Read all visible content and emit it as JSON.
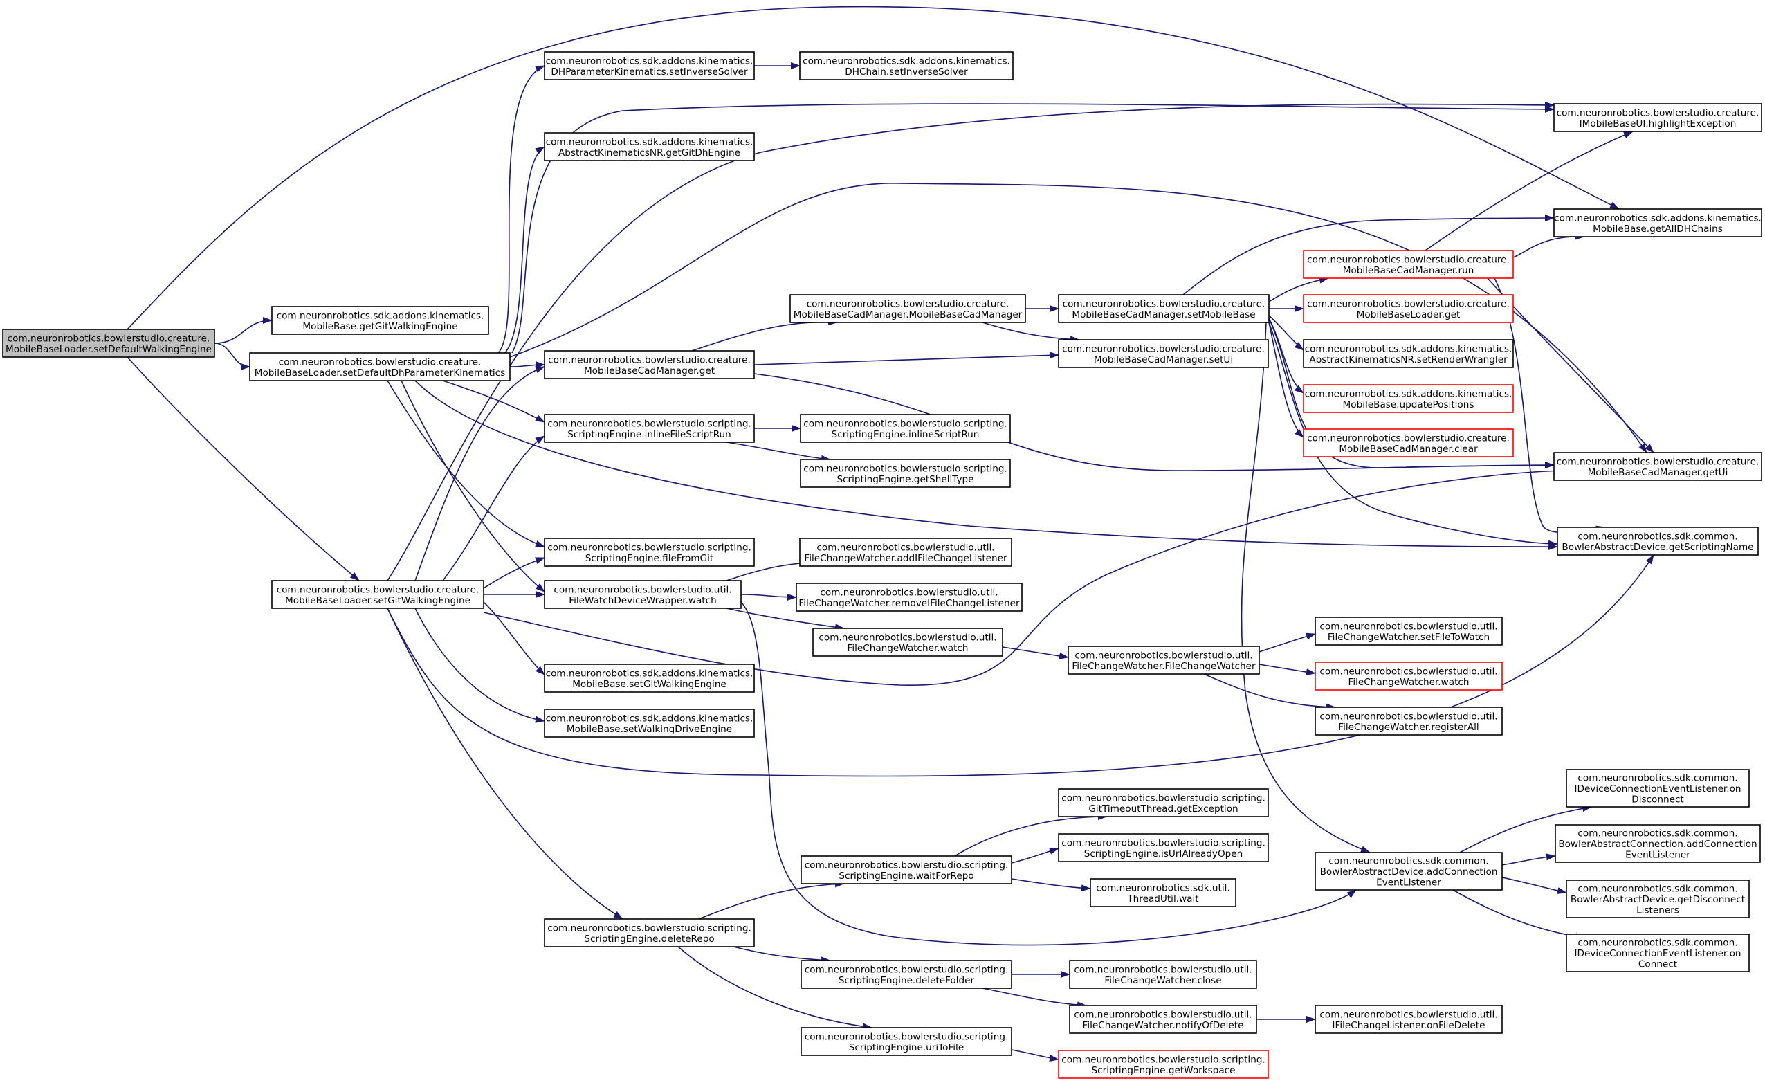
{
  "colors": {
    "edge": "#191970",
    "root_fill": "#bfbfbf",
    "truncated_border": "#ff0000",
    "border": "#000000",
    "background": "#ffffff"
  },
  "nodes": [
    {
      "id": "n0",
      "lines": [
        "com.neuronrobotics.bowlerstudio.creature.",
        "MobileBaseLoader.setDefaultWalkingEngine"
      ],
      "root": true
    },
    {
      "id": "n1",
      "lines": [
        "com.neuronrobotics.sdk.addons.kinematics.",
        "MobileBase.getGitWalkingEngine"
      ]
    },
    {
      "id": "n2",
      "lines": [
        "com.neuronrobotics.bowlerstudio.creature.",
        "MobileBaseLoader.setDefaultDhParameterKinematics"
      ]
    },
    {
      "id": "n3",
      "lines": [
        "com.neuronrobotics.bowlerstudio.creature.",
        "MobileBaseLoader.setGitWalkingEngine"
      ]
    },
    {
      "id": "n4",
      "lines": [
        "com.neuronrobotics.sdk.addons.kinematics.",
        "DHParameterKinematics.setInverseSolver"
      ]
    },
    {
      "id": "n5",
      "lines": [
        "com.neuronrobotics.sdk.addons.kinematics.",
        "AbstractKinematicsNR.getGitDhEngine"
      ]
    },
    {
      "id": "n6",
      "lines": [
        "com.neuronrobotics.bowlerstudio.creature.",
        "MobileBaseCadManager.get"
      ]
    },
    {
      "id": "n7",
      "lines": [
        "com.neuronrobotics.bowlerstudio.scripting.",
        "ScriptingEngine.inlineFileScriptRun"
      ]
    },
    {
      "id": "n8",
      "lines": [
        "com.neuronrobotics.bowlerstudio.scripting.",
        "ScriptingEngine.fileFromGit"
      ]
    },
    {
      "id": "n9",
      "lines": [
        "com.neuronrobotics.bowlerstudio.util.",
        "FileWatchDeviceWrapper.watch"
      ]
    },
    {
      "id": "n10",
      "lines": [
        "com.neuronrobotics.sdk.addons.kinematics.",
        "MobileBase.setGitWalkingEngine"
      ]
    },
    {
      "id": "n11",
      "lines": [
        "com.neuronrobotics.sdk.addons.kinematics.",
        "MobileBase.setWalkingDriveEngine"
      ]
    },
    {
      "id": "n12",
      "lines": [
        "com.neuronrobotics.bowlerstudio.scripting.",
        "ScriptingEngine.deleteRepo"
      ]
    },
    {
      "id": "n13",
      "lines": [
        "com.neuronrobotics.sdk.addons.kinematics.",
        "DHChain.setInverseSolver"
      ]
    },
    {
      "id": "n14",
      "lines": [
        "com.neuronrobotics.bowlerstudio.creature.",
        "MobileBaseCadManager.MobileBaseCadManager"
      ]
    },
    {
      "id": "n15",
      "lines": [
        "com.neuronrobotics.bowlerstudio.scripting.",
        "ScriptingEngine.inlineScriptRun"
      ]
    },
    {
      "id": "n16",
      "lines": [
        "com.neuronrobotics.bowlerstudio.scripting.",
        "ScriptingEngine.getShellType"
      ]
    },
    {
      "id": "n17",
      "lines": [
        "com.neuronrobotics.bowlerstudio.util.",
        "FileChangeWatcher.addIFileChangeListener"
      ]
    },
    {
      "id": "n18",
      "lines": [
        "com.neuronrobotics.bowlerstudio.util.",
        "FileChangeWatcher.removeIFileChangeListener"
      ]
    },
    {
      "id": "n19",
      "lines": [
        "com.neuronrobotics.bowlerstudio.util.",
        "FileChangeWatcher.watch"
      ]
    },
    {
      "id": "n20",
      "lines": [
        "com.neuronrobotics.bowlerstudio.scripting.",
        "ScriptingEngine.waitForRepo"
      ]
    },
    {
      "id": "n21",
      "lines": [
        "com.neuronrobotics.bowlerstudio.scripting.",
        "ScriptingEngine.deleteFolder"
      ]
    },
    {
      "id": "n22",
      "lines": [
        "com.neuronrobotics.bowlerstudio.scripting.",
        "ScriptingEngine.uriToFile"
      ]
    },
    {
      "id": "n23",
      "lines": [
        "com.neuronrobotics.bowlerstudio.creature.",
        "MobileBaseCadManager.setMobileBase"
      ]
    },
    {
      "id": "n24",
      "lines": [
        "com.neuronrobotics.bowlerstudio.creature.",
        "MobileBaseCadManager.setUi"
      ]
    },
    {
      "id": "n25",
      "lines": [
        "com.neuronrobotics.bowlerstudio.util.",
        "FileChangeWatcher.FileChangeWatcher"
      ]
    },
    {
      "id": "n26",
      "lines": [
        "com.neuronrobotics.bowlerstudio.scripting.",
        "GitTimeoutThread.getException"
      ]
    },
    {
      "id": "n27",
      "lines": [
        "com.neuronrobotics.bowlerstudio.scripting.",
        "ScriptingEngine.isUrlAlreadyOpen"
      ]
    },
    {
      "id": "n28",
      "lines": [
        "com.neuronrobotics.sdk.util.",
        "ThreadUtil.wait"
      ]
    },
    {
      "id": "n29",
      "lines": [
        "com.neuronrobotics.bowlerstudio.util.",
        "FileChangeWatcher.close"
      ]
    },
    {
      "id": "n30",
      "lines": [
        "com.neuronrobotics.bowlerstudio.util.",
        "FileChangeWatcher.notifyOfDelete"
      ]
    },
    {
      "id": "n31",
      "lines": [
        "com.neuronrobotics.bowlerstudio.scripting.",
        "ScriptingEngine.getWorkspace"
      ],
      "truncated": true
    },
    {
      "id": "n32",
      "lines": [
        "com.neuronrobotics.bowlerstudio.creature.",
        "MobileBaseCadManager.run"
      ],
      "truncated": true
    },
    {
      "id": "n33",
      "lines": [
        "com.neuronrobotics.bowlerstudio.creature.",
        "MobileBaseLoader.get"
      ],
      "truncated": true
    },
    {
      "id": "n34",
      "lines": [
        "com.neuronrobotics.sdk.addons.kinematics.",
        "AbstractKinematicsNR.setRenderWrangler"
      ]
    },
    {
      "id": "n35",
      "lines": [
        "com.neuronrobotics.sdk.addons.kinematics.",
        "MobileBase.updatePositions"
      ],
      "truncated": true
    },
    {
      "id": "n36",
      "lines": [
        "com.neuronrobotics.bowlerstudio.creature.",
        "MobileBaseCadManager.clear"
      ],
      "truncated": true
    },
    {
      "id": "n37",
      "lines": [
        "com.neuronrobotics.bowlerstudio.util.",
        "FileChangeWatcher.setFileToWatch"
      ]
    },
    {
      "id": "n38",
      "lines": [
        "com.neuronrobotics.bowlerstudio.util.",
        "FileChangeWatcher.watch"
      ],
      "truncated": true
    },
    {
      "id": "n39",
      "lines": [
        "com.neuronrobotics.bowlerstudio.util.",
        "FileChangeWatcher.registerAll"
      ]
    },
    {
      "id": "n40",
      "lines": [
        "com.neuronrobotics.sdk.common.",
        "BowlerAbstractDevice.addConnection",
        "EventListener"
      ]
    },
    {
      "id": "n41",
      "lines": [
        "com.neuronrobotics.bowlerstudio.util.",
        "IFileChangeListener.onFileDelete"
      ]
    },
    {
      "id": "n42",
      "lines": [
        "com.neuronrobotics.bowlerstudio.creature.",
        "IMobileBaseUI.highlightException"
      ]
    },
    {
      "id": "n43",
      "lines": [
        "com.neuronrobotics.sdk.addons.kinematics.",
        "MobileBase.getAllDHChains"
      ]
    },
    {
      "id": "n44",
      "lines": [
        "com.neuronrobotics.bowlerstudio.creature.",
        "MobileBaseCadManager.getUi"
      ]
    },
    {
      "id": "n45",
      "lines": [
        "com.neuronrobotics.sdk.common.",
        "BowlerAbstractDevice.getScriptingName"
      ]
    },
    {
      "id": "n46",
      "lines": [
        "com.neuronrobotics.sdk.common.",
        "IDeviceConnectionEventListener.on",
        "Disconnect"
      ]
    },
    {
      "id": "n47",
      "lines": [
        "com.neuronrobotics.sdk.common.",
        "BowlerAbstractConnection.addConnection",
        "EventListener"
      ]
    },
    {
      "id": "n48",
      "lines": [
        "com.neuronrobotics.sdk.common.",
        "BowlerAbstractDevice.getDisconnect",
        "Listeners"
      ]
    },
    {
      "id": "n49",
      "lines": [
        "com.neuronrobotics.sdk.common.",
        "IDeviceConnectionEventListener.on",
        "Connect"
      ]
    }
  ]
}
